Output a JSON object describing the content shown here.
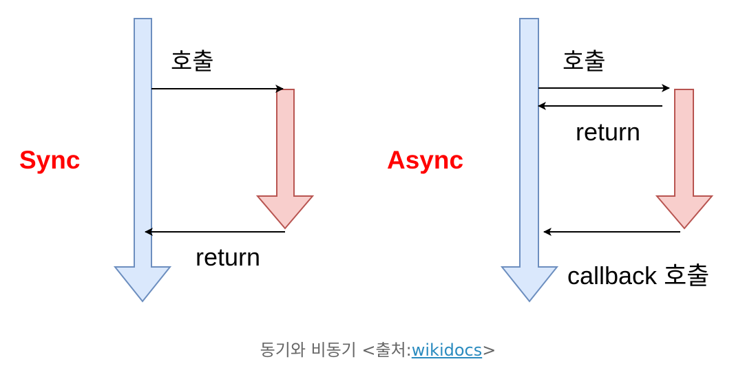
{
  "colors": {
    "caller_fill": "#dae8fc",
    "caller_stroke": "#6c8ebf",
    "callee_fill": "#f8cecc",
    "callee_stroke": "#b85450",
    "title_color": "#ff0000",
    "caption_color": "#666666",
    "link_color": "#2a8bbf"
  },
  "sync": {
    "title": "Sync",
    "call_label": "호출",
    "return_label": "return"
  },
  "async": {
    "title": "Async",
    "call_label": "호출",
    "return_label": "return",
    "callback_label": "callback 호출"
  },
  "caption": {
    "text_before": "동기와 비동기 <출처:",
    "link_text": "wikidocs",
    "text_after": ">"
  }
}
